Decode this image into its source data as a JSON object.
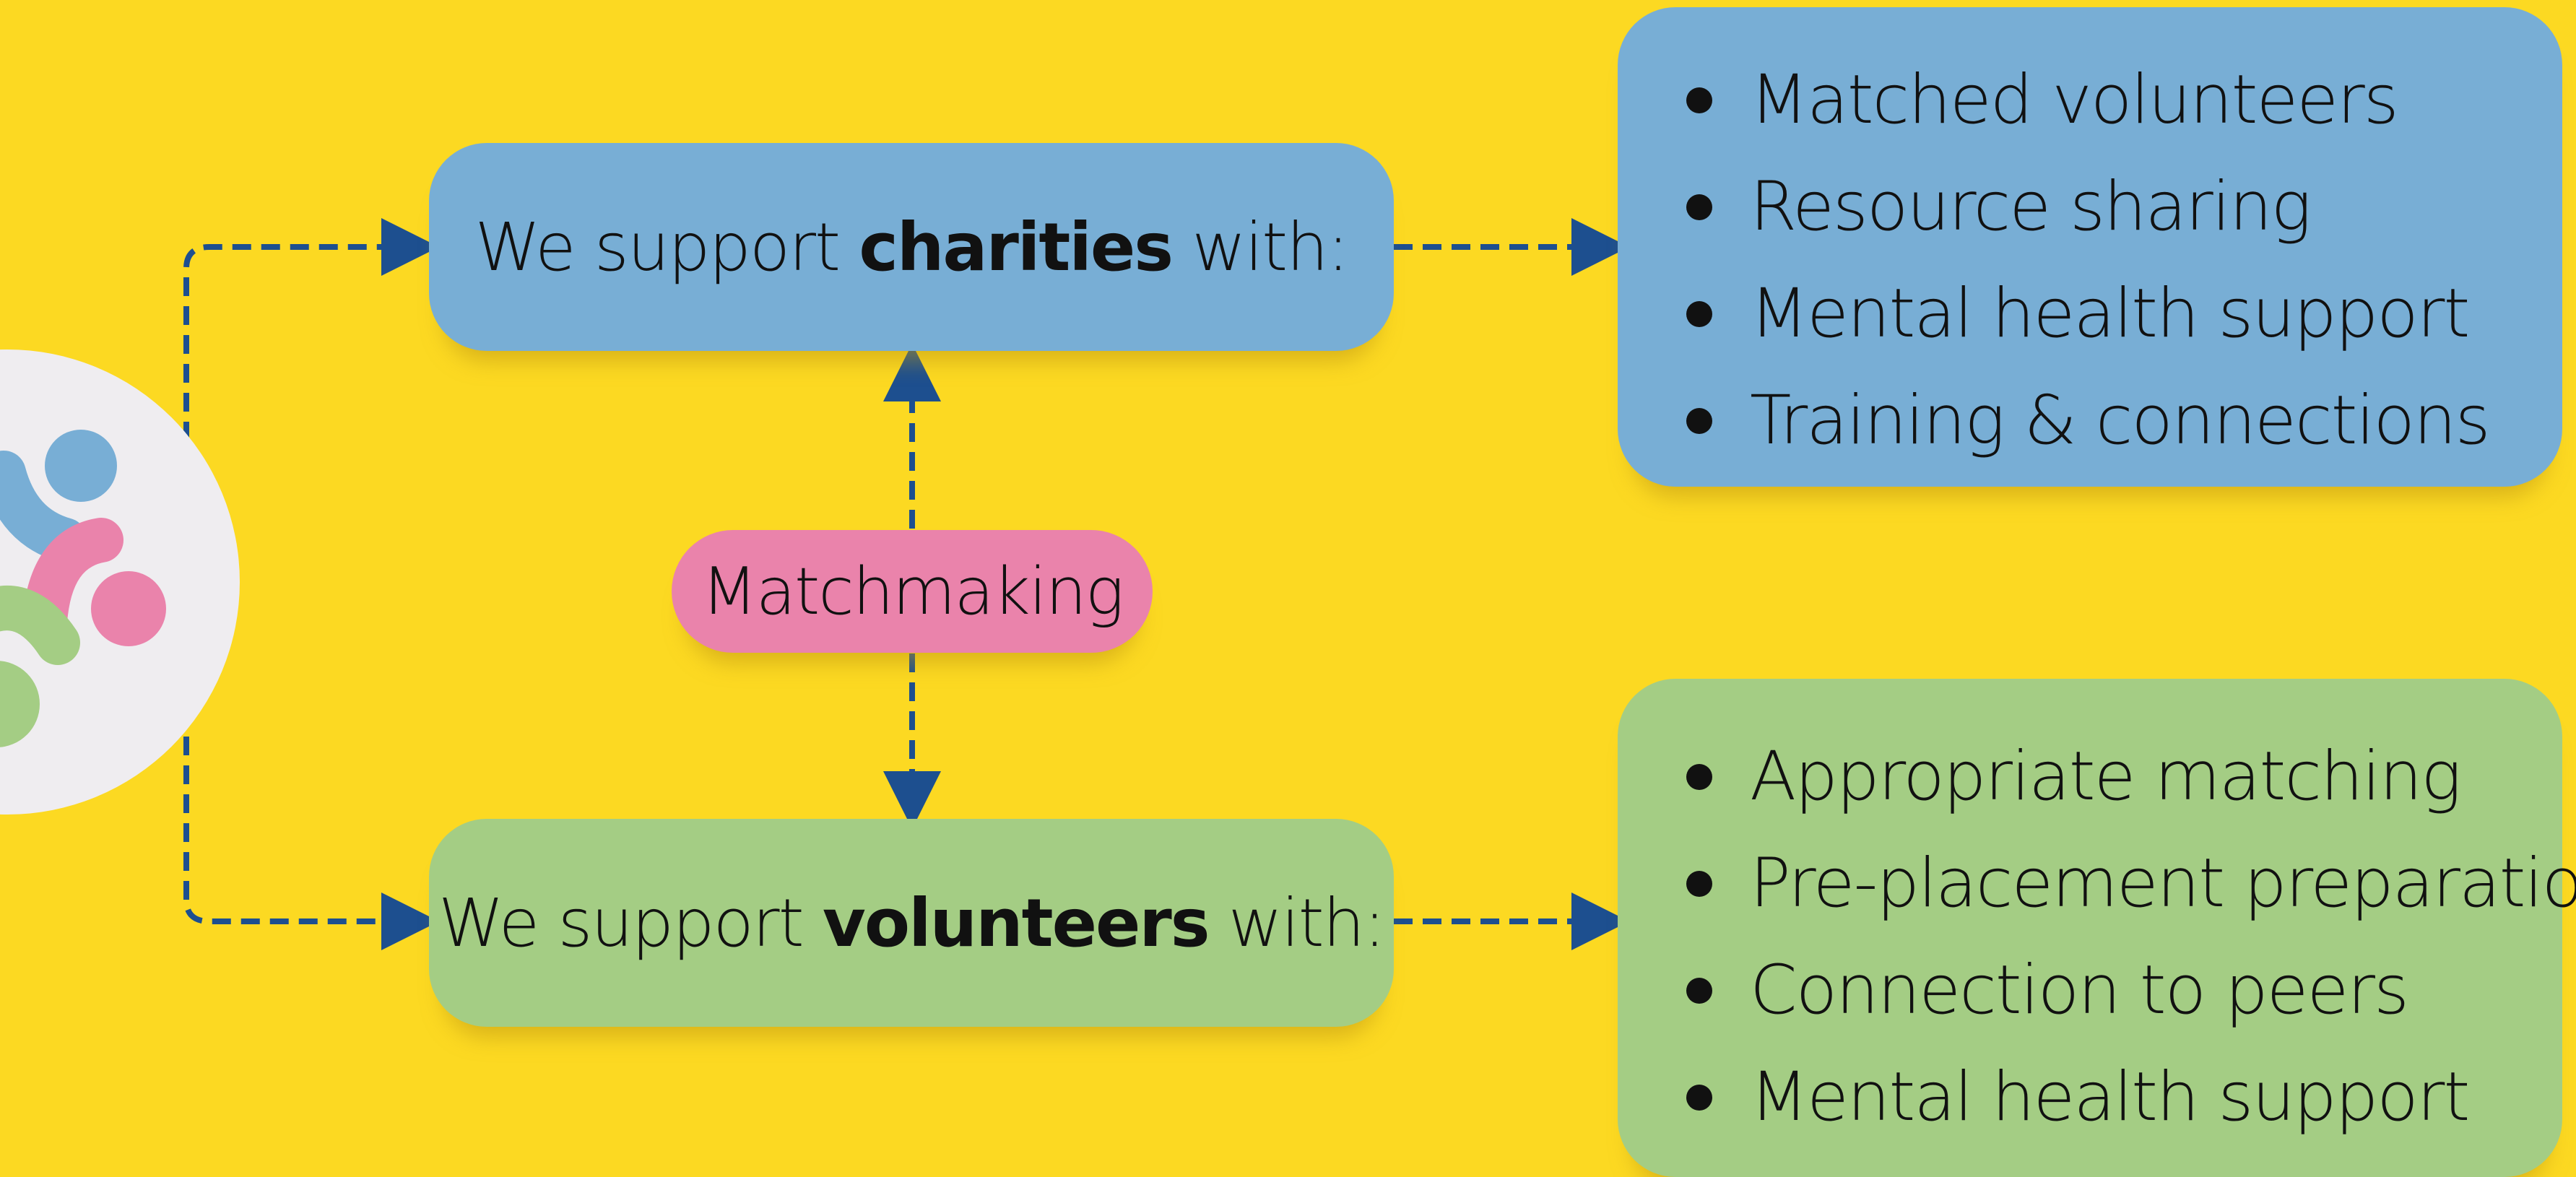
{
  "diagram": {
    "charities_box": {
      "prefix": "We support",
      "emphasis": "charities",
      "suffix": "with:"
    },
    "volunteers_box": {
      "prefix": "We support",
      "emphasis": "volunteers",
      "suffix": "with:"
    },
    "matchmaking_label": "Matchmaking",
    "charity_benefits": [
      "Matched volunteers",
      "Resource sharing",
      "Mental health support",
      "Training & connections"
    ],
    "volunteer_benefits": [
      "Appropriate matching",
      "Pre-placement preparation",
      "Connection to peers",
      "Mental health support"
    ],
    "colors": {
      "background": "#FCD922",
      "blue": "#78AED5",
      "green": "#A4CD84",
      "pink": "#EA83AB",
      "connector": "#1D4F8F",
      "logo_circle": "#EFEDF0"
    },
    "logo_icon": "people-connection-logo-icon"
  }
}
